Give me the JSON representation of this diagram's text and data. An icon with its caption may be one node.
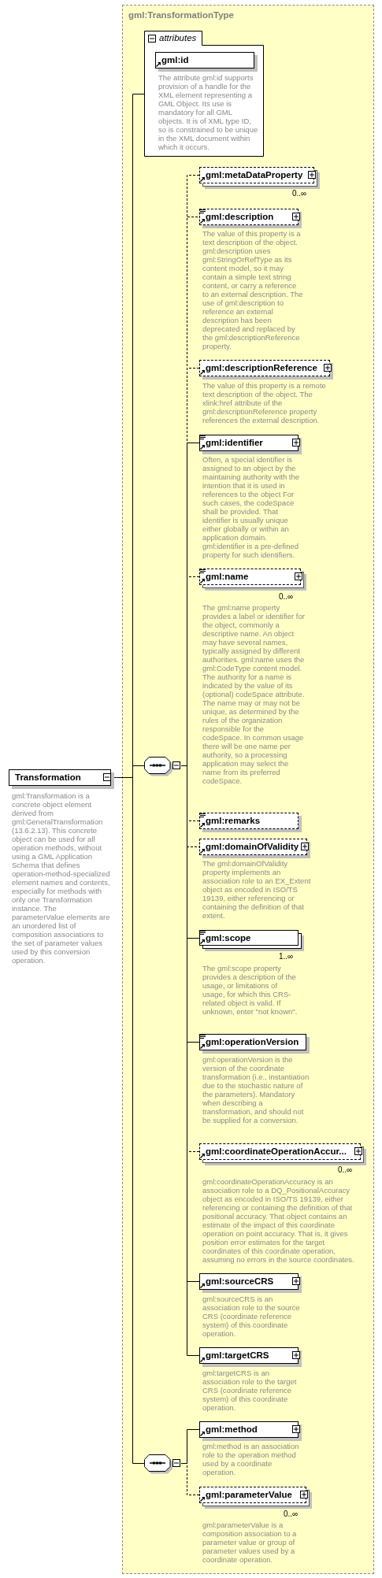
{
  "diagram": {
    "nodes": [
      {
        "text": [
          "Transformation"
        ],
        "beside": [
          "gml:Transformation is a concrete object element derived from gml:GeneralTransformation (13.6.2.13). This concrete object can be used for all operation methods, without using a GML Application Schema that defines operation-method-specialized element names and contents, especially for methods with only one Transformation instance. The parameterValue elements are an unordered list of composition associations to the set of parameter values used by this conversion operation."
        ]
      },
      {
        "text": [
          "gml:TransformationType"
        ]
      },
      {
        "text": [
          "attributes"
        ],
        "in": 1
      },
      {
        "text": [
          "gml:id"
        ],
        "in": 2,
        "beside": [
          "The attribute gml:id supports provision of a handle for the XML element representing a GML Object. Its use is mandatory for all GML objects. It is of XML type ID, so is constrained to be unique in the XML document within which it occurs."
        ]
      },
      {
        "text": [],
        "shape": "octagon",
        "in": 1
      },
      {
        "text": [
          "gml:metaDataProperty"
        ],
        "in": 1,
        "beside": [
          "0..∞"
        ]
      },
      {
        "text": [
          "gml:description"
        ],
        "in": 1,
        "beside": [
          "The value of this property is a text description of the object. gml:description uses gml:StringOrRefType as its content model, so it may contain a simple text string content, or carry a reference to an external description. The use of gml:description to reference an external description has been deprecated and replaced by the gml:descriptionReference property."
        ]
      },
      {
        "text": [
          "gml:descriptionReference"
        ],
        "in": 1,
        "beside": [
          "The value of this property is a remote text description of the object. The xlink:href attribute of the gml:descriptionReference property references the external description."
        ]
      },
      {
        "text": [
          "gml:identifier"
        ],
        "in": 1,
        "beside": [
          "Often, a special identifier is assigned to an object by the maintaining authority with the intention that it is used in references to the object For such cases, the codeSpace shall be provided. That identifier is usually unique either globally or within an application domain. gml:identifier is a pre-defined property for such identifiers."
        ]
      },
      {
        "text": [
          "gml:name"
        ],
        "in": 1,
        "beside": [
          "0..∞",
          "The gml:name property provides a label or identifier for the object, commonly a descriptive name. An object may have several names, typically assigned by different authorities. gml:name uses the gml:CodeType content model. The authority for a name is indicated by the value of its (optional) codeSpace attribute. The name may or may not be unique, as determined by the rules of the organization responsible for the codeSpace. In common usage there will be one name per authority, so a processing application may select the name from its preferred codeSpace."
        ]
      },
      {
        "text": [
          "gml:remarks"
        ],
        "in": 1
      },
      {
        "text": [
          "gml:domainOfValidity"
        ],
        "in": 1,
        "beside": [
          "The gml:domainOfValidity property implements an association role to an EX_Extent object as encoded in ISO/TS 19139, either referencing or containing the definition of that extent."
        ]
      },
      {
        "text": [
          "gml:scope"
        ],
        "in": 1,
        "beside": [
          "1..∞",
          "The gml:scope property provides a description of the usage, or limitations of usage, for which this CRS-related object is valid. If unknown, enter \"not known\"."
        ]
      },
      {
        "text": [
          "gml:operationVersion"
        ],
        "in": 1,
        "beside": [
          "gml:operationVersion is the version of the coordinate transformation (i.e., instantiation due to the stochastic nature of the parameters). Mandatory when describing a transformation, and should not be supplied for a conversion."
        ]
      },
      {
        "text": [
          "gml:coordinateOperationAccur..."
        ],
        "in": 1,
        "beside": [
          "0..∞",
          "gml:coordinateOperationAccuracy is an association role to a DQ_PositionalAccuracy object as encoded in ISO/TS 19139, either referencing or containing the definition of that positional accuracy. That object contains an estimate of the impact of this coordinate operation on point accuracy. That is, it gives position error estimates for the target coordinates of this coordinate operation, assuming no errors in the source coordinates."
        ]
      },
      {
        "text": [
          "gml:sourceCRS"
        ],
        "in": 1,
        "beside": [
          "gml:sourceCRS is an association role to the source CRS (coordinate reference system) of this coordinate operation."
        ]
      },
      {
        "text": [
          "gml:targetCRS"
        ],
        "in": 1,
        "beside": [
          "gml:targetCRS is an association role to the target CRS (coordinate reference system) of this coordinate operation."
        ]
      },
      {
        "text": [],
        "shape": "octagon",
        "in": 1
      },
      {
        "text": [
          "gml:method"
        ],
        "in": 1,
        "beside": [
          "gml:method is an association role to the operation method used by a coordinate operation."
        ]
      },
      {
        "text": [
          "gml:parameterValue"
        ],
        "in": 1,
        "beside": [
          "0..∞",
          "gml:parameterValue is a composition association to a parameter value or group of parameter values used by a coordinate operation."
        ]
      }
    ],
    "edges": [
      {
        "from": 0,
        "to": 1,
        "arrow": "none"
      },
      {
        "from": 1,
        "to": 2,
        "arrow": "none"
      },
      {
        "from": 1,
        "to": 4,
        "arrow": "none"
      },
      {
        "from": 1,
        "to": 17,
        "arrow": "none"
      },
      {
        "from": 4,
        "to": 5,
        "arrow": "none",
        "style": "dashed"
      },
      {
        "from": 4,
        "to": 6,
        "arrow": "none",
        "style": "dashed"
      },
      {
        "from": 4,
        "to": 7,
        "arrow": "none",
        "style": "dashed"
      },
      {
        "from": 4,
        "to": 8,
        "arrow": "none"
      },
      {
        "from": 4,
        "to": 9,
        "arrow": "none",
        "style": "dashed"
      },
      {
        "from": 4,
        "to": 10,
        "arrow": "none",
        "style": "dashed"
      },
      {
        "from": 4,
        "to": 11,
        "arrow": "none",
        "style": "dashed"
      },
      {
        "from": 4,
        "to": 12,
        "arrow": "none"
      },
      {
        "from": 4,
        "to": 13,
        "arrow": "none"
      },
      {
        "from": 4,
        "to": 14,
        "arrow": "none",
        "style": "dashed"
      },
      {
        "from": 4,
        "to": 15,
        "arrow": "none"
      },
      {
        "from": 4,
        "to": 16,
        "arrow": "none"
      },
      {
        "from": 17,
        "to": 18,
        "arrow": "none"
      },
      {
        "from": 17,
        "to": 19,
        "arrow": "none",
        "style": "dashed"
      }
    ]
  }
}
